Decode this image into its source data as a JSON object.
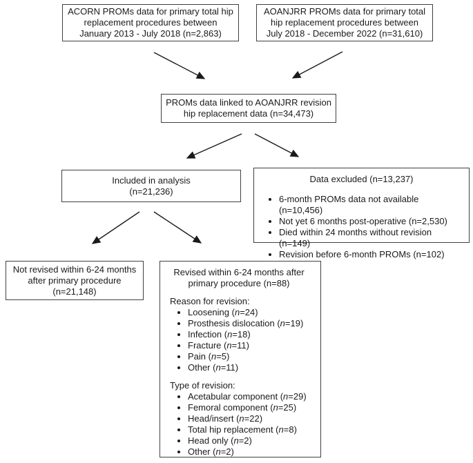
{
  "boxes": {
    "acorn": {
      "text": "ACORN PROMs data for primary total hip\nreplacement procedures between\nJanuary 2013 - July 2018 (n=2,863)"
    },
    "aoanjrr": {
      "text": "AOANJRR PROMs data for primary total\nhip replacement procedures between\nJuly 2018 - December 2022 (n=31,610)"
    },
    "linked": {
      "text": "PROMs data linked to AOANJRR revision\nhip replacement data (n=34,473)"
    },
    "included": {
      "text": "Included in analysis\n(n=21,236)"
    },
    "excluded": {
      "title": "Data excluded (n=13,237)",
      "items": [
        "6-month PROMs data not available (n=10,456)",
        "Not yet 6 months post-operative (n=2,530)",
        "Died within 24 months without revision (n=149)",
        "Revision before 6-month PROMs (n=102)"
      ]
    },
    "not_revised": {
      "text": "Not revised within 6-24 months\nafter primary procedure\n(n=21,148)"
    },
    "revised": {
      "title": "Revised within 6-24 months after\nprimary procedure (n=88)",
      "sections": [
        {
          "heading": "Reason for revision:",
          "items": [
            "Loosening (n=24)",
            "Prosthesis dislocation (n=19)",
            "Infection (n=18)",
            "Fracture (n=11)",
            "Pain (n=5)",
            "Other (n=11)"
          ]
        },
        {
          "heading": "Type of revision:",
          "items": [
            "Acetabular component (n=29)",
            "Femoral component (n=25)",
            "Head/insert (n=22)",
            "Total hip replacement (n=8)",
            "Head only (n=2)",
            "Other (n=2)"
          ]
        }
      ]
    }
  },
  "colors": {
    "border": "#3f3f3f",
    "text": "#1a1a1a",
    "arrow": "#1a1a1a",
    "background": "#ffffff"
  }
}
